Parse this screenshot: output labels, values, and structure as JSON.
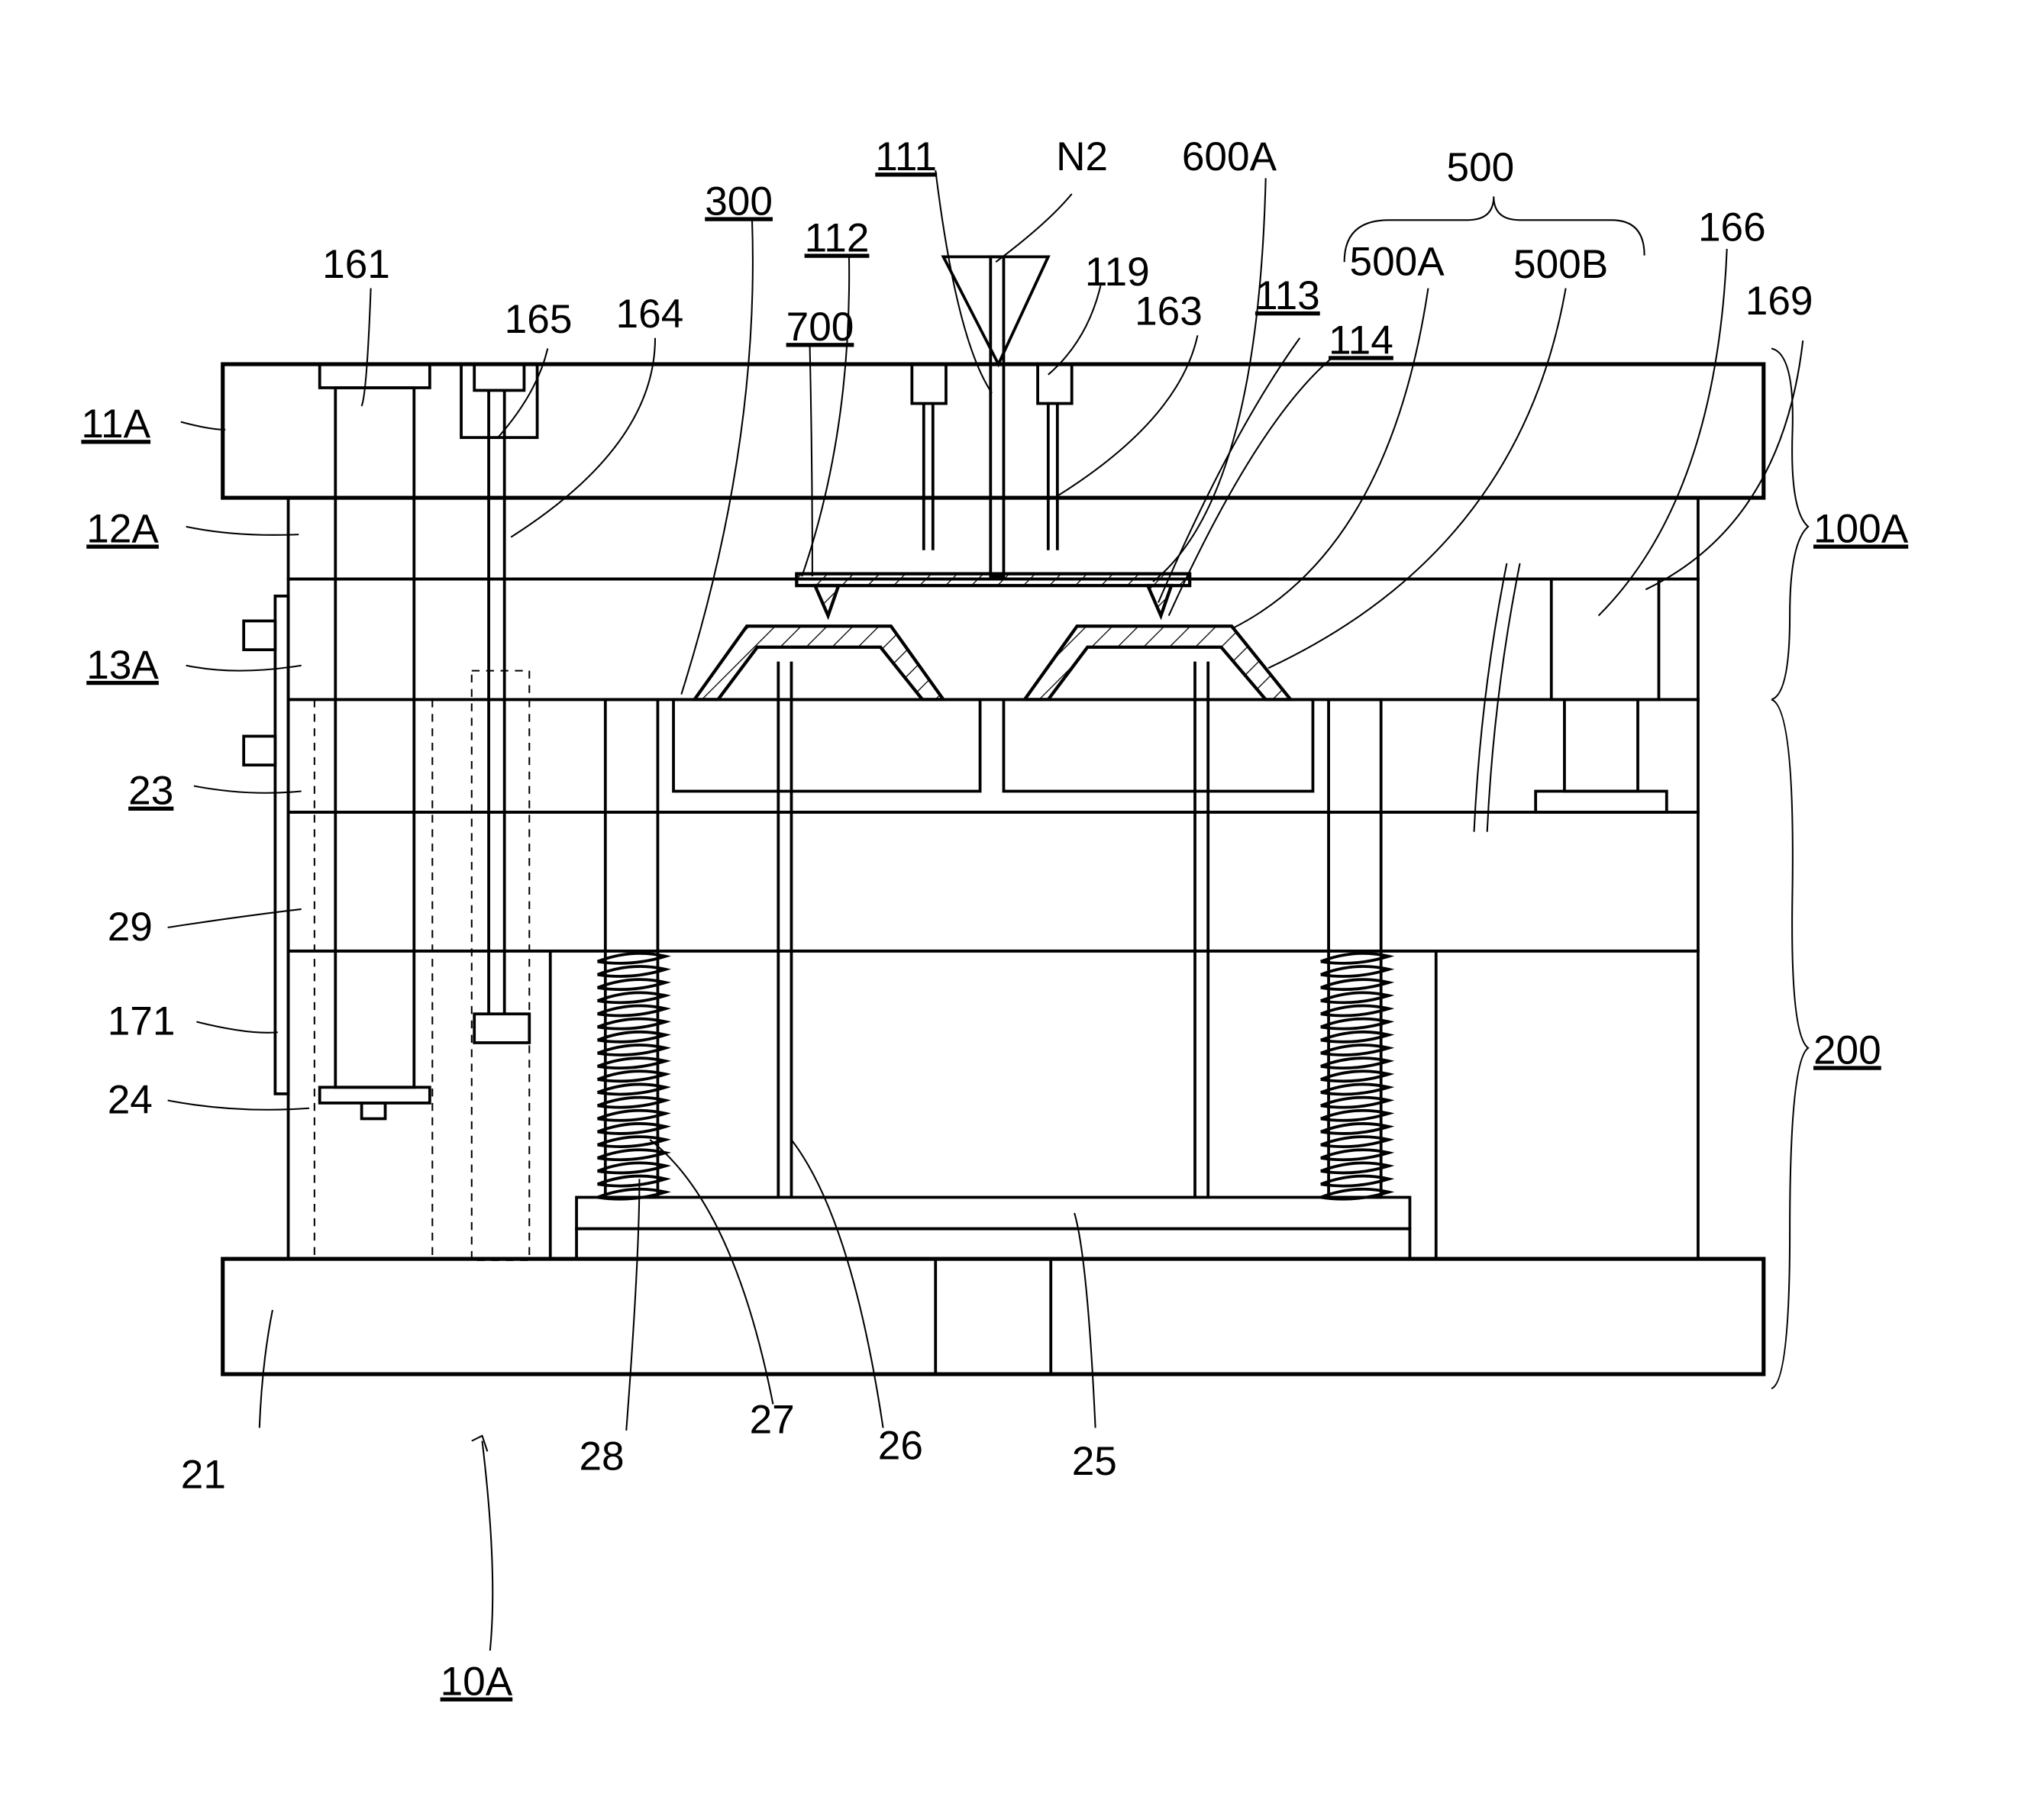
{
  "figure": {
    "title": "Mold apparatus cross-section",
    "labels": {
      "l111": "111",
      "lN2": "N2",
      "l600A": "600A",
      "l500": "500",
      "l300": "300",
      "l112": "112",
      "l161": "161",
      "l119": "119",
      "l500A": "500A",
      "l500B": "500B",
      "l166": "166",
      "l165": "165",
      "l164": "164",
      "l163": "163",
      "l113": "113",
      "l169": "169",
      "l700": "700",
      "l114": "114",
      "l11A": "11A",
      "l100A": "100A",
      "l12A": "12A",
      "l13A": "13A",
      "l23": "23",
      "l29": "29",
      "l171": "171",
      "l200": "200",
      "l24": "24",
      "l21": "21",
      "l28": "28",
      "l27": "27",
      "l26": "26",
      "l25": "25",
      "l10A": "10A"
    }
  }
}
